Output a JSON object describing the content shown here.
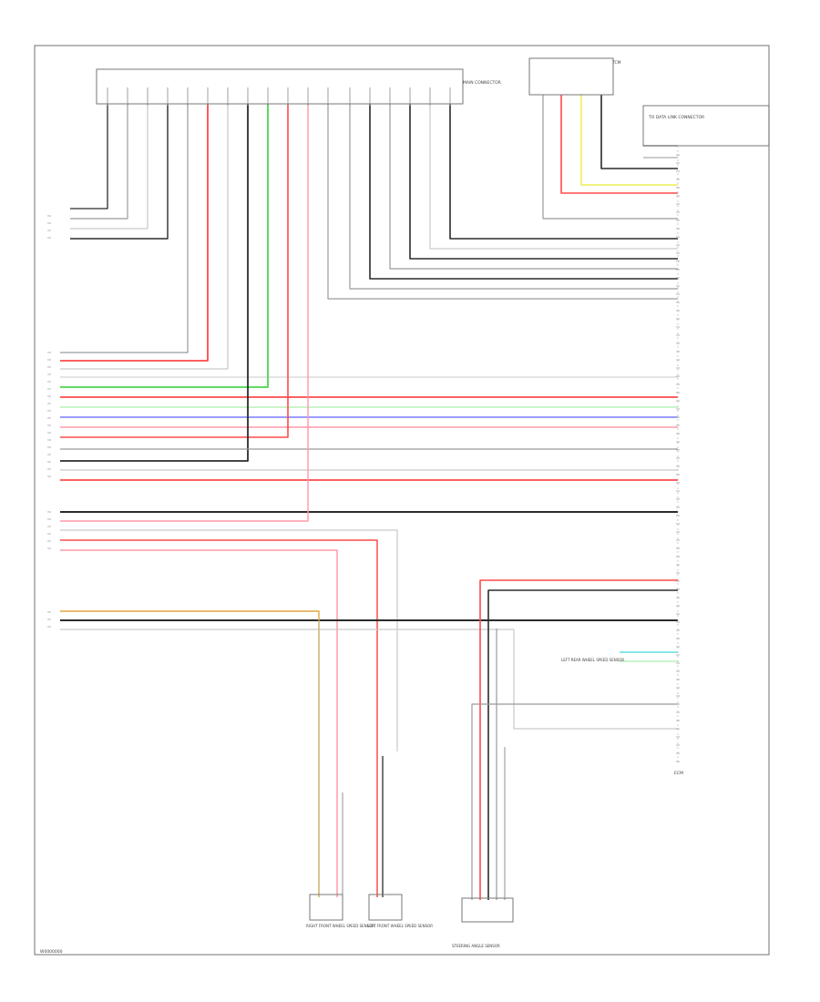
{
  "diagram": {
    "page_code": "W0000000",
    "components": {
      "ecm": "ECM",
      "main_connector": "MAIN CONNECTOR",
      "tcm": "TCM",
      "right_front_sensor": "RIGHT FRONT WHEEL SPEED SENSOR",
      "left_front_sensor": "LEFT FRONT WHEEL SPEED SENSOR",
      "steering_sensor": "STEERING ANGLE SENSOR",
      "left_wheel_sensor": "LEFT REAR WHEEL SPEED SENSOR",
      "to_data_link": "TO DATA LINK CONNECTOR"
    },
    "wire_colors": {
      "black": "#2b2b2b",
      "gray": "#9a9a9a",
      "light": "#c9c9c9",
      "red": "#ff4a4a",
      "pink": "#ff9aa8",
      "green": "#4cd64c",
      "lightgreen": "#b8f0b8",
      "blue": "#7a7aff",
      "cyan": "#66dddd",
      "yellow": "#eeee55",
      "orange": "#e0a640",
      "tan": "#c8b878"
    }
  }
}
